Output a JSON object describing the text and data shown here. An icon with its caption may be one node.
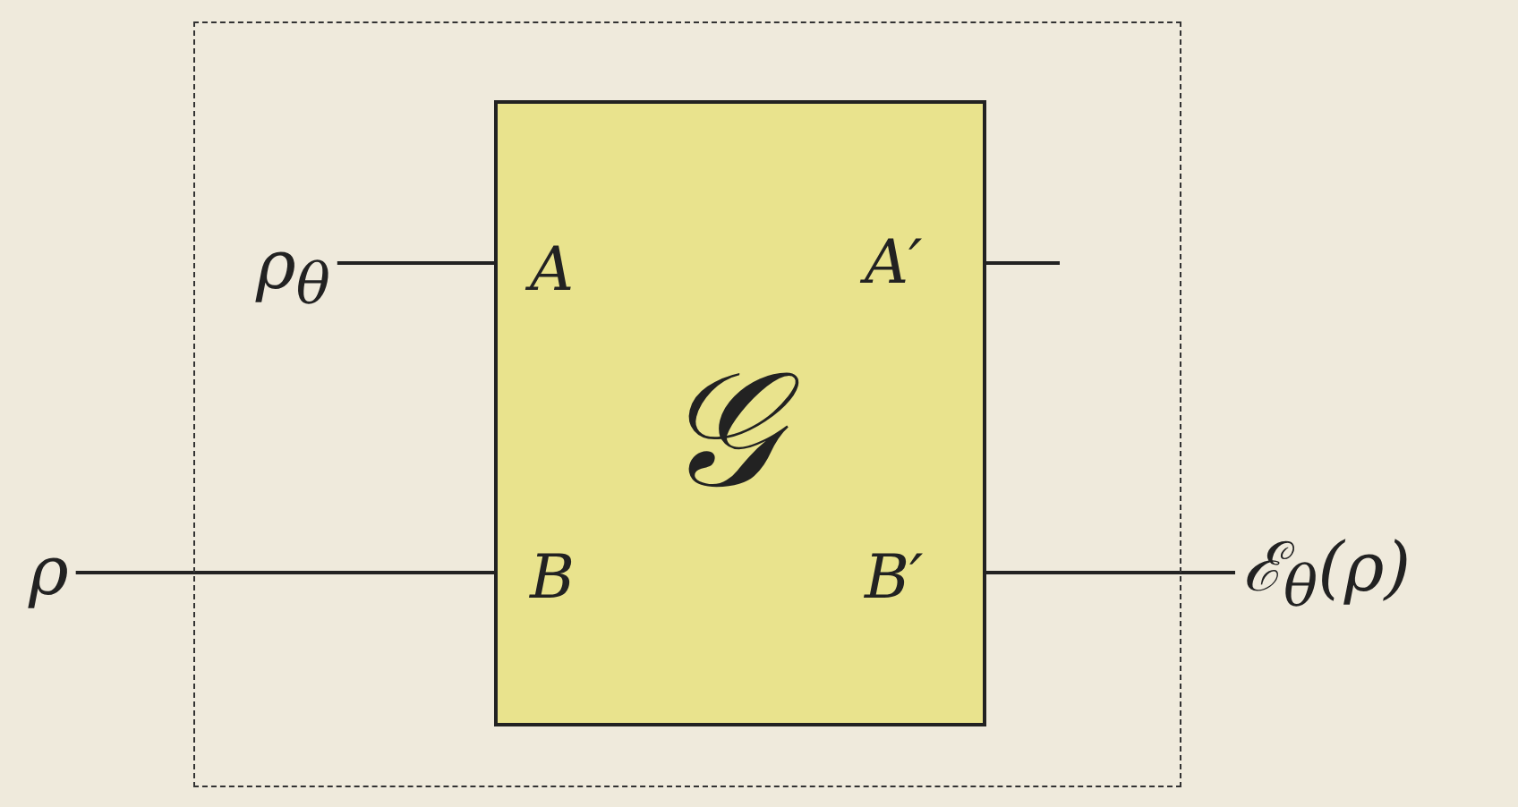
{
  "diagram": {
    "nodes": [
      {
        "text": [],
        "shape": "box"
      },
      {
        "text": [
          "A",
          "A′",
          "𝒢",
          "B",
          "B′"
        ],
        "in": 0
      },
      {
        "text": [
          "ρ$_{θ}$"
        ],
        "in": 0
      },
      {
        "text": [
          "ρ"
        ]
      },
      {
        "text": [
          "ℰ$_{θ}$(ρ)"
        ]
      }
    ],
    "edges": [
      {
        "from": 2,
        "to": 1,
        "arrow": "none"
      },
      {
        "from": 1,
        "to": null,
        "arrow": "none"
      },
      {
        "from": 3,
        "to": 1,
        "arrow": "none"
      },
      {
        "from": 1,
        "to": 4,
        "arrow": "none"
      }
    ]
  }
}
